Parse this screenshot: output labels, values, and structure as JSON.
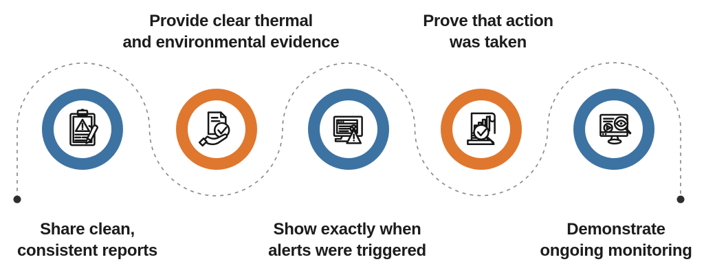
{
  "colors": {
    "ring_blue": "#3d73a2",
    "ring_orange": "#e0772e",
    "connector_line": "#8c8c8c",
    "end_dot": "#2e2e2e",
    "label_text": "#1c1c1c",
    "icon_stroke": "#161616"
  },
  "steps": [
    {
      "label_lines": [
        "Share clean,",
        "consistent reports"
      ],
      "label_position": "bottom",
      "ring_color": "blue",
      "ring_hex": "#3d73a2",
      "icon": "clipboard-warning-report-icon"
    },
    {
      "label_lines": [
        "Provide clear thermal",
        "and environmental evidence"
      ],
      "label_position": "top",
      "ring_color": "orange",
      "ring_hex": "#e0772e",
      "icon": "document-approved-hand-icon"
    },
    {
      "label_lines": [
        "Show exactly when",
        "alerts were triggered"
      ],
      "label_position": "bottom",
      "ring_color": "blue",
      "ring_hex": "#3d73a2",
      "icon": "monitor-alert-warning-icon"
    },
    {
      "label_lines": [
        "Prove that action",
        "was taken"
      ],
      "label_position": "top",
      "ring_color": "orange",
      "ring_hex": "#e0772e",
      "icon": "chart-magnifier-check-icon"
    },
    {
      "label_lines": [
        "Demonstrate",
        "ongoing monitoring"
      ],
      "label_position": "bottom",
      "ring_color": "blue",
      "ring_hex": "#3d73a2",
      "icon": "monitor-play-eye-monitoring-icon"
    }
  ]
}
